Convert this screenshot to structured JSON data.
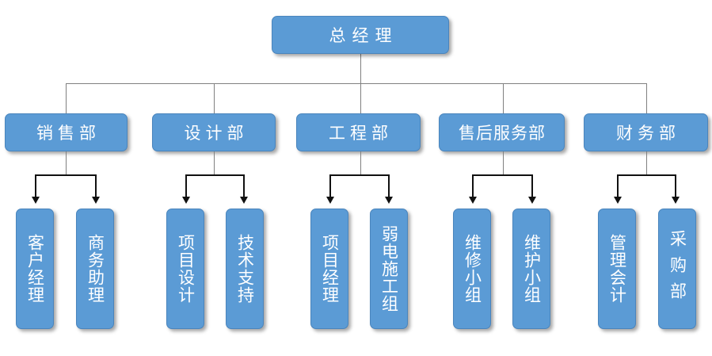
{
  "root": {
    "label": "总经理"
  },
  "departments": [
    {
      "label": "销售部",
      "units": [
        {
          "label": "客户经理"
        },
        {
          "label": "商务助理"
        }
      ]
    },
    {
      "label": "设计部",
      "units": [
        {
          "label": "项目设计"
        },
        {
          "label": "技术支持"
        }
      ]
    },
    {
      "label": "工程部",
      "units": [
        {
          "label": "项目经理"
        },
        {
          "label": "弱电施工组"
        }
      ]
    },
    {
      "label": "售后服务部",
      "units": [
        {
          "label": "维修小组"
        },
        {
          "label": "维护小组"
        }
      ]
    },
    {
      "label": "财务部",
      "units": [
        {
          "label": "管理会计"
        },
        {
          "label": "采购部"
        }
      ]
    }
  ],
  "colors": {
    "node_fill": "#5b9bd5",
    "node_border": "#4a85bd",
    "node_text": "#ffffff",
    "connector_gray": "#808080",
    "arrow_black": "#111111"
  }
}
